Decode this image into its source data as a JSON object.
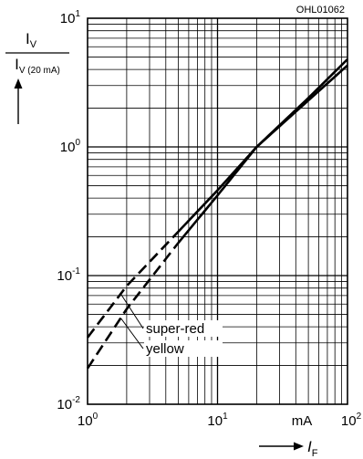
{
  "chart_data": {
    "type": "line",
    "figure_id": "OHL01062",
    "x_scale": "log",
    "y_scale": "log",
    "xlim": [
      1,
      100
    ],
    "ylim": [
      0.01,
      10
    ],
    "grid": true,
    "x_unit": "mA",
    "x_tick_labels": [
      {
        "value": 1,
        "base": "10",
        "exp": "0"
      },
      {
        "value": 10,
        "base": "10",
        "exp": "1"
      },
      {
        "value": 100,
        "base": "10",
        "exp": "2"
      }
    ],
    "y_tick_labels": [
      {
        "value": 10,
        "base": "10",
        "exp": "1"
      },
      {
        "value": 1,
        "base": "10",
        "exp": "0"
      },
      {
        "value": 0.1,
        "base": "10",
        "exp": "-1"
      },
      {
        "value": 0.01,
        "base": "10",
        "exp": "-2"
      }
    ],
    "ylabel": {
      "numerator": "I",
      "numerator_sub": "V",
      "denominator": "I",
      "denominator_sub": "V (20 mA)"
    },
    "xlabel": {
      "symbol": "I",
      "sub": "F"
    },
    "series": [
      {
        "name": "super-red",
        "dashed_x": [
          1,
          5
        ],
        "x": [
          1,
          2,
          5,
          10,
          20,
          50,
          100
        ],
        "y": [
          0.033,
          0.083,
          0.22,
          0.46,
          1.0,
          2.3,
          4.3
        ]
      },
      {
        "name": "yellow",
        "dashed_x": [
          1,
          5
        ],
        "x": [
          1,
          2,
          5,
          10,
          20,
          50,
          100
        ],
        "y": [
          0.019,
          0.055,
          0.18,
          0.42,
          1.0,
          2.4,
          4.8
        ]
      }
    ]
  }
}
